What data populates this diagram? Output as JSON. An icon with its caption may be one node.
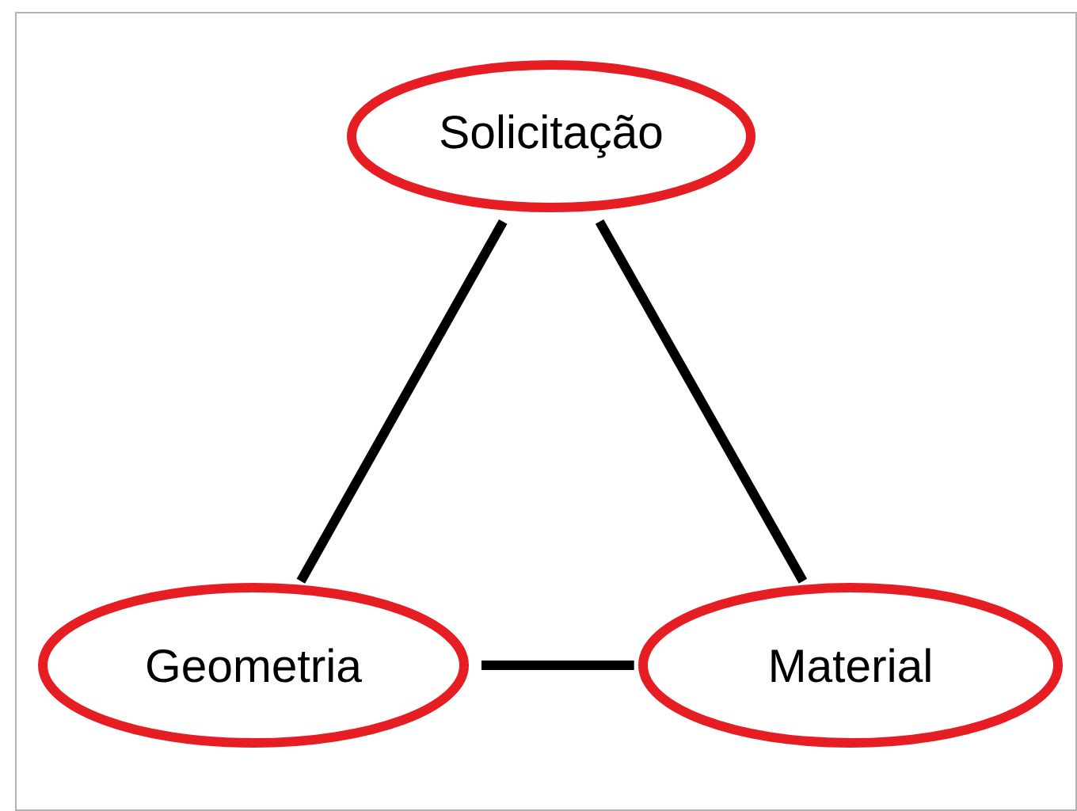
{
  "diagram": {
    "nodes": [
      {
        "text": [
          "Solicitação"
        ]
      },
      {
        "text": [
          "Geometria"
        ]
      },
      {
        "text": [
          "Material"
        ]
      }
    ],
    "edges": [
      {
        "from": 0,
        "to": 1,
        "arrow": "none"
      },
      {
        "from": 0,
        "to": 2,
        "arrow": "none"
      },
      {
        "from": 1,
        "to": 2,
        "arrow": "none"
      }
    ]
  }
}
